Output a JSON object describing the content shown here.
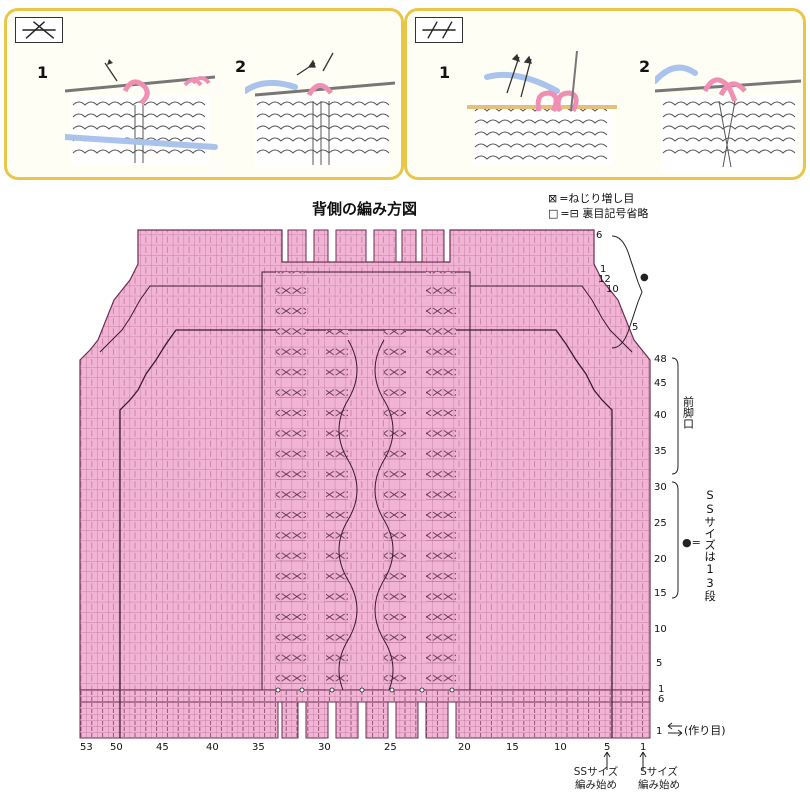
{
  "steps": {
    "left_numbers": [
      "1",
      "2"
    ],
    "right_numbers": [
      "1",
      "2"
    ]
  },
  "title": "背側の編み方図",
  "legend": [
    {
      "key": "⊠",
      "text": "=ねじり増し目"
    },
    {
      "key": "□",
      "text": "=⊟ 裏目記号省略"
    }
  ],
  "right_notes": {
    "dot_marker": "●",
    "armhole_label": "前脚口",
    "ss_note_prefix": "●=",
    "ss_note": "SSサイズは13段"
  },
  "row_labels": [
    "6",
    "1",
    "12",
    "10",
    "5",
    "48",
    "45",
    "40",
    "35",
    "30",
    "25",
    "20",
    "15",
    "10",
    "5",
    "1",
    "6",
    "1"
  ],
  "bottom_labels": [
    "53",
    "50",
    "45",
    "40",
    "35",
    "30",
    "25",
    "20",
    "15",
    "10",
    "5",
    "1"
  ],
  "cast_on_label": "(作り目)",
  "start_labels": {
    "ss": "SSサイズ 編み始め",
    "s": "Sサイズ 編み始め"
  },
  "colors": {
    "panel_border": "#e8c64a",
    "chart_fill": "#f2b4d4",
    "grid_line": "#9a4d7a",
    "yarn_pink": "#ef8fb4",
    "yarn_blue": "#a9c3ec"
  }
}
